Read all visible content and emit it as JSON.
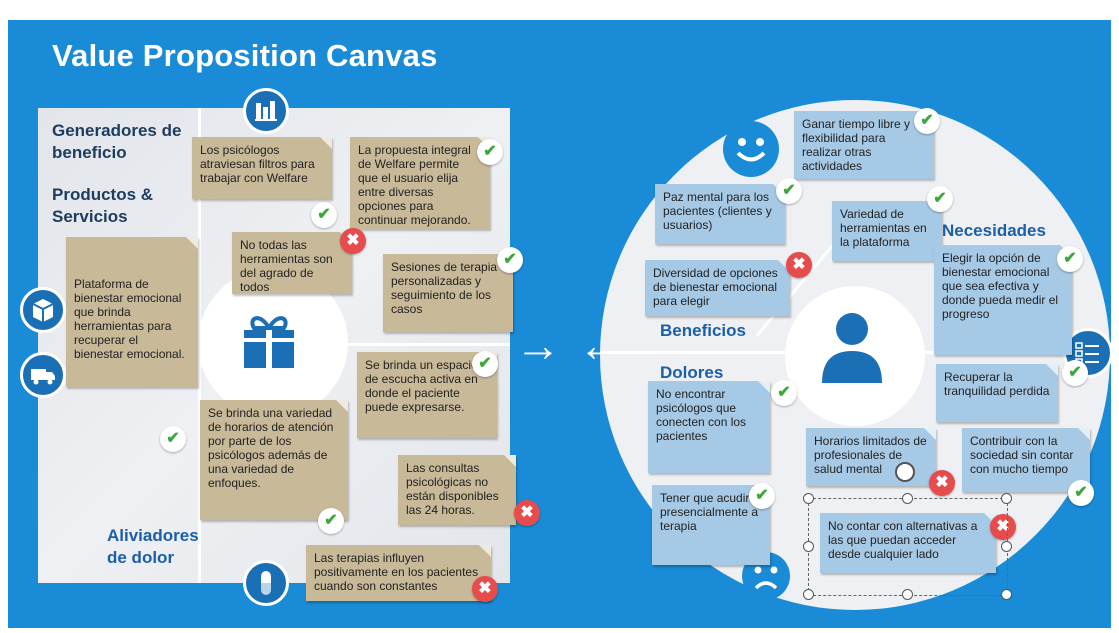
{
  "title": "Value Proposition Canvas",
  "colors": {
    "background": "#1a8bd6",
    "note_tan": "#c8b998",
    "note_blue": "#a6c9e6",
    "check": "#3aa83a",
    "cross": "#e74c4c"
  },
  "left": {
    "heading_gains": "Generadores de beneficio",
    "heading_products": "Productos & Servicios",
    "heading_relievers": "Aliviadores de dolor",
    "notes": [
      "Los psicólogos atraviesan filtros para trabajar con Welfare",
      "La propuesta integral de Welfare permite que el usuario elija entre diversas opciones para continuar mejorando.",
      "No todas las herramientas son del agrado de todos",
      "Sesiones de terapia personalizadas y seguimiento de los casos",
      "Plataforma de bienestar emocional que brinda herramientas para recuperar el bienestar emocional.",
      "Se brinda un espacio de escucha activa en donde el paciente puede expresarse.",
      "Se brinda una variedad de horarios de atención por parte de los psicólogos además de una variedad de enfoques.",
      "Las consultas psicológicas no están disponibles las 24 horas.",
      "Las terapias influyen positivamente en los pacientes cuando son constantes"
    ],
    "icons": [
      "bar-chart-icon",
      "gift-icon",
      "box-icon",
      "truck-icon",
      "pill-icon"
    ]
  },
  "right": {
    "heading_benefits": "Beneficios",
    "heading_needs": "Necesidades",
    "heading_pains": "Dolores",
    "notes": [
      "Ganar tiempo libre y flexibilidad para realizar otras actividades",
      "Paz mental para los pacientes (clientes y usuarios)",
      "Variedad de herramientas en la plataforma",
      "Diversidad de opciones de bienestar emocional para elegir",
      "Elegir la opción de bienestar emocional que sea efectiva y donde pueda medir el progreso",
      "No encontrar psicólogos que conecten con los pacientes",
      "Recuperar la tranquilidad perdida",
      "Horarios limitados de profesionales de salud mental",
      "Contribuir con la sociedad sin contar con mucho tiempo",
      "Tener que acudir presencialmente a terapia",
      "No contar con alternativas a las que puedan acceder desde cualquier lado"
    ],
    "icons": [
      "smile-icon",
      "user-icon",
      "checklist-icon",
      "sad-face-icon"
    ]
  },
  "arrows": {
    "right": "→",
    "left": "←"
  }
}
